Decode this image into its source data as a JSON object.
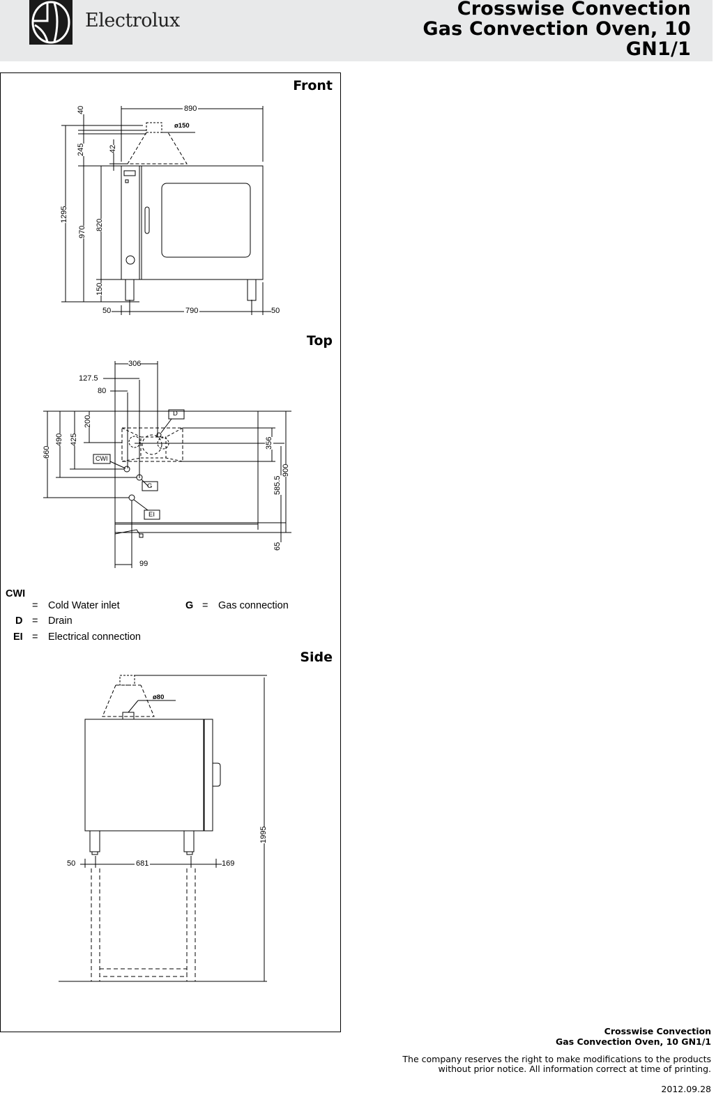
{
  "header": {
    "brand": "Electrolux",
    "title_lines": [
      "Crosswise Convection",
      "Gas Convection Oven, 10",
      "GN1/1"
    ]
  },
  "views": {
    "front": {
      "label": "Front",
      "dims": {
        "width_total": "890",
        "flue_diameter": "ø150",
        "flue_top": "40",
        "hood_height": "245",
        "hood_offset": "42",
        "height_total": "1295",
        "body_to_floor": "970",
        "body_height": "820",
        "leg_height": "150",
        "left_margin": "50",
        "leg_span": "790",
        "right_margin": "50"
      }
    },
    "top": {
      "label": "Top",
      "dims": {
        "d306": "306",
        "d127_5": "127.5",
        "d80": "80",
        "d200": "200",
        "d425": "425",
        "d490": "490",
        "d660": "660",
        "d356": "356",
        "d585_5": "585.5",
        "d900": "900",
        "d65": "65",
        "d99": "99"
      },
      "tags": {
        "drain": "D",
        "cold_water": "CWI",
        "gas": "G",
        "electrical": "EI"
      }
    },
    "side": {
      "label": "Side",
      "dims": {
        "flue_diameter": "ø80",
        "height_total": "1995",
        "left_margin": "50",
        "leg_span": "681",
        "right_margin": "169"
      }
    }
  },
  "legend": [
    {
      "key": "CWI",
      "value": "Cold Water inlet"
    },
    {
      "key": "D",
      "value": "Drain"
    },
    {
      "key": "EI",
      "value": "Electrical connection"
    },
    {
      "key": "G",
      "value": "Gas connection"
    }
  ],
  "legend_eq": "=",
  "footer": {
    "title_lines": [
      "Crosswise Convection",
      "Gas Convection Oven, 10 GN1/1"
    ],
    "note_lines": [
      "The company reserves the right to make modifications to the products",
      "without prior notice. All information correct at time of printing."
    ],
    "date": "2012.09.28"
  }
}
